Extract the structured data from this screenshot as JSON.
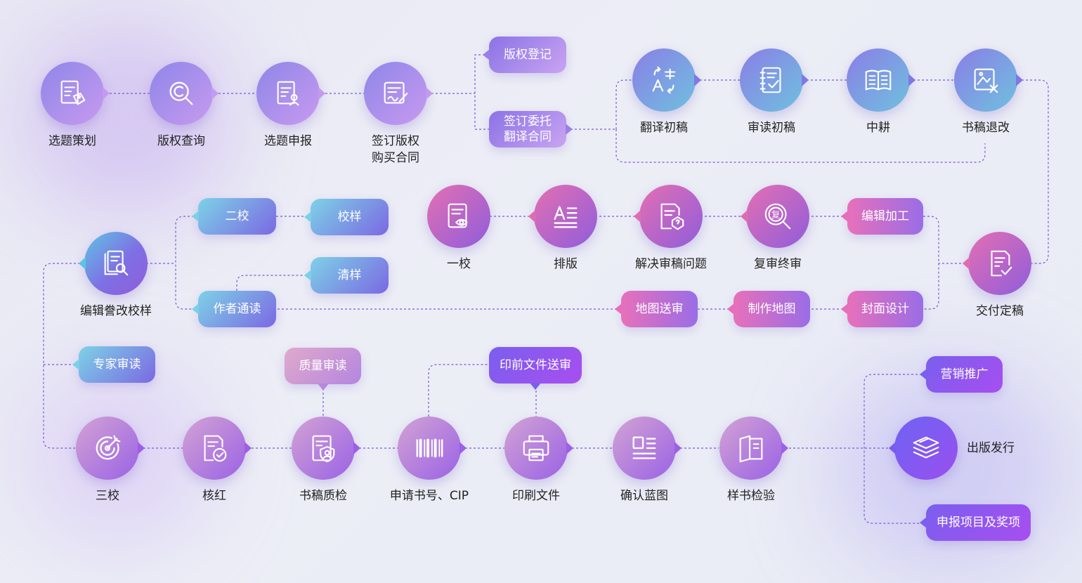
{
  "top_row": {
    "topic_planning": "选题策划",
    "copyright_query": "版权查询",
    "topic_declaration": "选题申报",
    "sign_contract": "签订版权\n购买合同"
  },
  "contracts": {
    "copyright_registration": "版权登记",
    "translation_contract": "签订委托\n翻译合同"
  },
  "translation_row": {
    "first_draft": "翻译初稿",
    "review_first_draft": "审读初稿",
    "mid_edit": "中耕",
    "manuscript_return": "书稿退改"
  },
  "delivery": {
    "final_delivery": "交付定稿"
  },
  "middle_row": {
    "first_proof": "一校",
    "typesetting": "排版",
    "resolve_issues": "解决审稿问题",
    "final_review": "复审终审",
    "editing": "编辑加工",
    "cover_design": "封面设计",
    "make_map": "制作地图",
    "map_review": "地图送审"
  },
  "left_block": {
    "edit_proofread": "编辑誊改校样",
    "second_proof": "二校",
    "proof_sample": "校样",
    "clean_sample": "清样",
    "author_read": "作者通读",
    "expert_read": "专家审读"
  },
  "bottom_row": {
    "third_proof": "三校",
    "check_red": "核红",
    "quality_check": "书稿质检",
    "quality_review": "质量审读",
    "apply_isbn": "申请书号、CIP",
    "print_files": "印刷文件",
    "prepress_review": "印前文件送审",
    "confirm_blueprint": "确认蓝图",
    "sample_inspection": "样书检验"
  },
  "publish": {
    "publish_distribute": "出版发行",
    "marketing": "营销推广",
    "awards": "申报项目及奖项"
  }
}
